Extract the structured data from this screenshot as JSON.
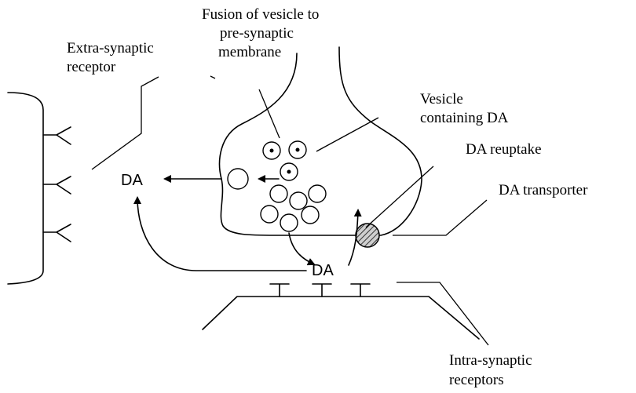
{
  "labels": {
    "fusion": [
      "Fusion of vesicle to",
      "pre-synaptic",
      "membrane"
    ],
    "extra_synaptic": [
      "Extra-synaptic",
      "receptor"
    ],
    "vesicle_containing": [
      "Vesicle",
      "containing DA"
    ],
    "reuptake": "DA reuptake",
    "transporter": "DA transporter",
    "da_left": "DA",
    "da_cleft": "DA",
    "intra_synaptic": [
      "Intra-synaptic",
      "receptors"
    ]
  }
}
